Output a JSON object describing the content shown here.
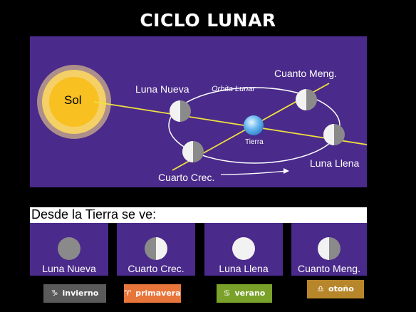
{
  "title": "CICLO LUNAR",
  "diagram": {
    "sun_label": "Sol",
    "orbit_label": "Orbita Lunar",
    "earth_label": "Tierra",
    "labels": {
      "new_moon": "Luna Nueva",
      "waning": "Cuanto Meng.",
      "full": "Luna Llena",
      "waxing": "Cuarto Crec."
    }
  },
  "subtitle": "Desde la Tierra se ve:",
  "phases": [
    {
      "name": "Luna Nueva",
      "fill": "none"
    },
    {
      "name": "Cuarto Crec.",
      "fill": "right-half"
    },
    {
      "name": "Luna Llena",
      "fill": "full"
    },
    {
      "name": "Cuanto Meng.",
      "fill": "left-half"
    }
  ],
  "seasons": [
    {
      "icon": "capricorn-icon",
      "symbol": "♑",
      "label": "invierno",
      "color": "#5a5a5a"
    },
    {
      "icon": "aries-icon",
      "symbol": "♈",
      "label": "primavera",
      "color": "#e8753a"
    },
    {
      "icon": "cancer-icon",
      "symbol": "♋",
      "label": "verano",
      "color": "#7aa22a"
    },
    {
      "icon": "libra-icon",
      "symbol": "♎",
      "label": "otoño",
      "color": "#b8862a"
    }
  ],
  "colors": {
    "background": "#000000",
    "diagram_bg": "#4a2a8a",
    "sun": "#f8c020",
    "sun_glow": "#fde28a",
    "ray": "#f0e040",
    "earth": "#6ab8f0",
    "moon_light": "#f2f2f2",
    "moon_dark": "#8a8a8a"
  }
}
